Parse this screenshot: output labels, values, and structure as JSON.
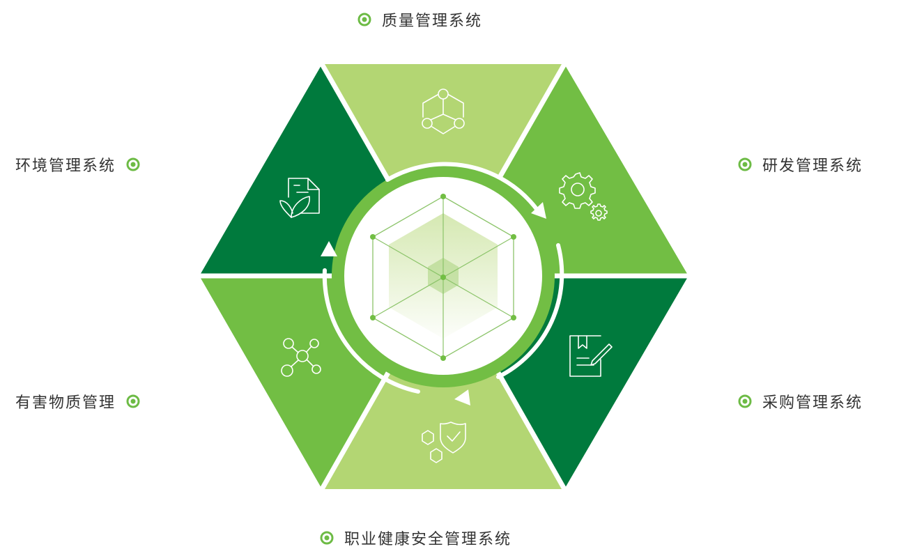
{
  "labels": {
    "top": "质量管理系统",
    "top_right": "研发管理系统",
    "bottom_right": "采购管理系统",
    "bottom": "职业健康安全管理系统",
    "bottom_left": "有害物质管理",
    "top_left": "环境管理系统"
  },
  "icons": {
    "top": "molecule-network-icon",
    "top_right": "gears-icon",
    "bottom_right": "document-edit-icon",
    "bottom": "shield-check-hexagons-icon",
    "bottom_left": "node-network-icon",
    "top_left": "document-leaf-icon"
  },
  "colors": {
    "dark_green": "#007A3D",
    "mid_green": "#72BE44",
    "light_green": "#B3D673",
    "marker_green": "#6DBB45",
    "text": "#333333"
  }
}
